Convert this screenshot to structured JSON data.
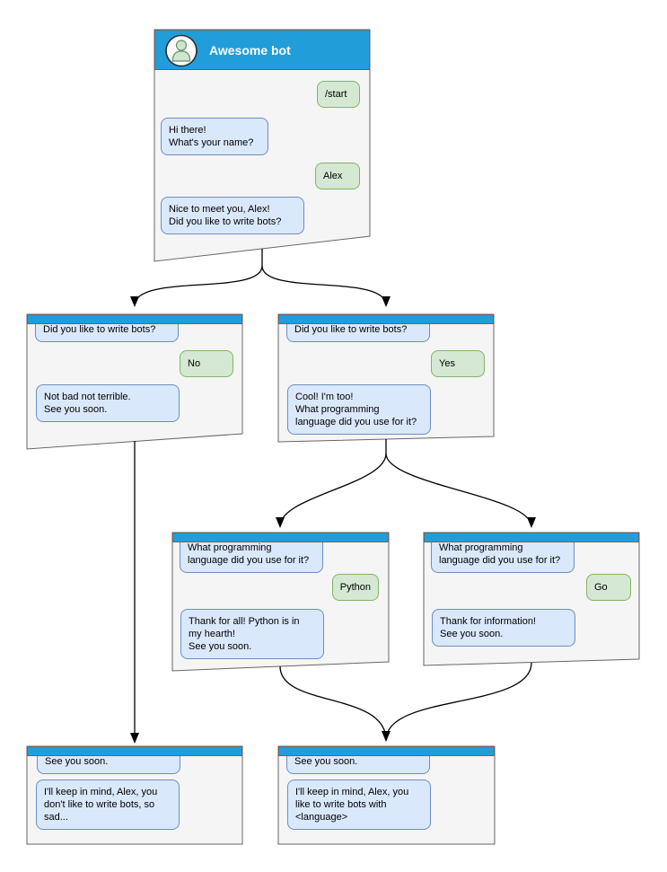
{
  "colors": {
    "header_blue": "#219ed9",
    "window_bg": "#f5f5f5",
    "window_border": "#666666",
    "bot_bubble_bg": "#dae8fc",
    "bot_bubble_border": "#6c8ebf",
    "user_bubble_bg": "#d5e8d4",
    "user_bubble_border": "#82b366",
    "arrow": "#000000",
    "title_text": "#ffffff"
  },
  "nodes": {
    "main": {
      "title": "Awesome bot",
      "messages": [
        {
          "from": "user",
          "text": "/start"
        },
        {
          "from": "bot",
          "text": "Hi there!\nWhat's your name?"
        },
        {
          "from": "user",
          "text": "Alex"
        },
        {
          "from": "bot",
          "text": "Nice to meet you, Alex!\nDid you like to write bots?"
        }
      ]
    },
    "branch_no": {
      "messages": [
        {
          "from": "bot",
          "text": "Did you like to write bots?"
        },
        {
          "from": "user",
          "text": "No"
        },
        {
          "from": "bot",
          "text": "Not bad not terrible.\nSee you soon."
        }
      ]
    },
    "branch_yes": {
      "messages": [
        {
          "from": "bot",
          "text": "Did you like to write bots?"
        },
        {
          "from": "user",
          "text": "Yes"
        },
        {
          "from": "bot",
          "text": "Cool! I'm too!\nWhat programming\nlanguage did you use for it?"
        }
      ]
    },
    "branch_python": {
      "messages": [
        {
          "from": "bot",
          "text": "What programming\nlanguage did you use for it?"
        },
        {
          "from": "user",
          "text": "Python"
        },
        {
          "from": "bot",
          "text": "Thank for all! Python is in\nmy hearth!\nSee you soon."
        }
      ]
    },
    "branch_go": {
      "messages": [
        {
          "from": "bot",
          "text": "What programming\nlanguage did you use for it?"
        },
        {
          "from": "user",
          "text": "Go"
        },
        {
          "from": "bot",
          "text": "Thank for information!\nSee you soon."
        }
      ]
    },
    "final_no": {
      "messages": [
        {
          "from": "bot",
          "text": "See you soon."
        },
        {
          "from": "bot",
          "text": "I'll keep in mind, Alex, you\ndon't like to write bots, so\nsad..."
        }
      ]
    },
    "final_yes": {
      "messages": [
        {
          "from": "bot",
          "text": "See you soon."
        },
        {
          "from": "bot",
          "text": "I'll keep in mind, Alex, you\nlike to write bots with\n<language>"
        }
      ]
    }
  },
  "edges": [
    {
      "from": "main",
      "to": "branch_no"
    },
    {
      "from": "main",
      "to": "branch_yes"
    },
    {
      "from": "branch_no",
      "to": "final_no"
    },
    {
      "from": "branch_yes",
      "to": "branch_python"
    },
    {
      "from": "branch_yes",
      "to": "branch_go"
    },
    {
      "from": "branch_python",
      "to": "final_yes"
    },
    {
      "from": "branch_go",
      "to": "final_yes"
    }
  ]
}
